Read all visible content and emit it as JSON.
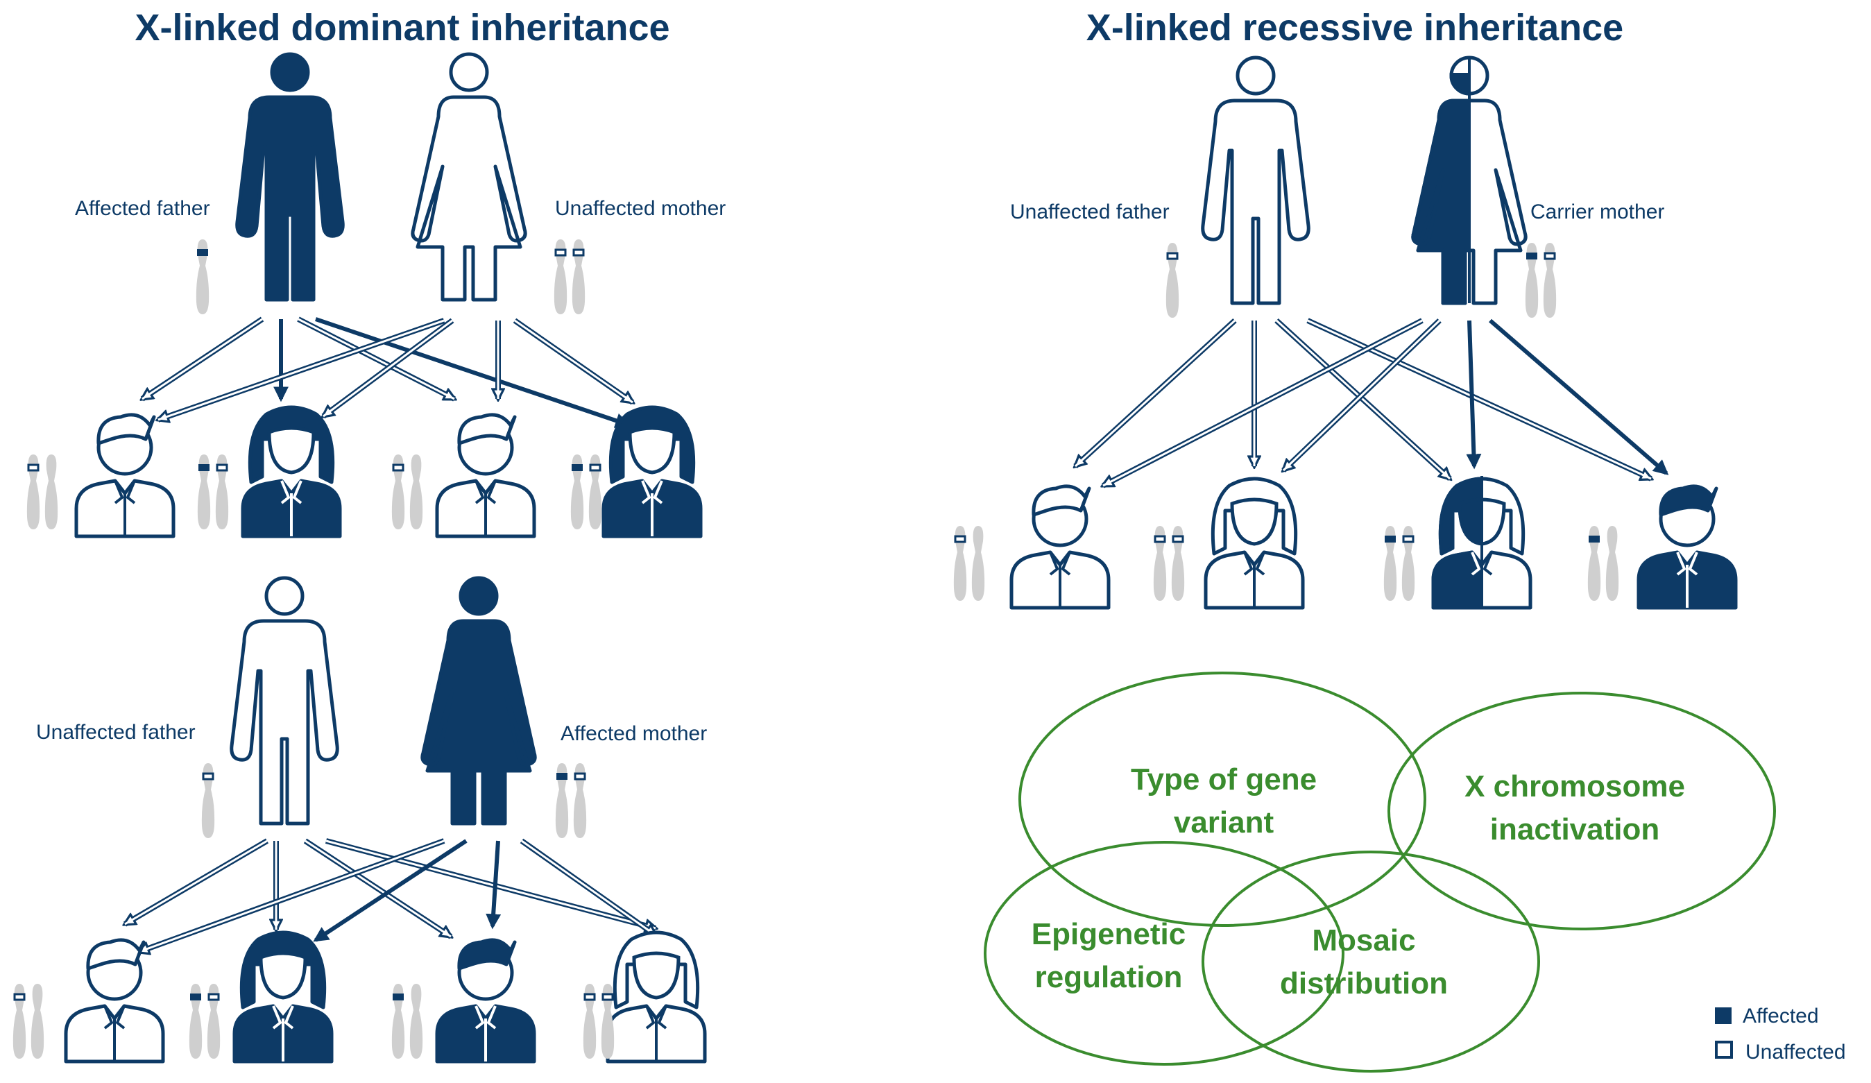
{
  "titles": {
    "dominant": "X-linked dominant inheritance",
    "recessive": "X-linked recessive inheritance"
  },
  "labels": {
    "d1_father": "Affected father",
    "d1_mother": "Unaffected mother",
    "d2_father": "Unaffected father",
    "d2_mother": "Affected mother",
    "r_father": "Unaffected father",
    "r_mother": "Carrier mother"
  },
  "venn": {
    "c1_line1": "Type of gene",
    "c1_line2": "variant",
    "c2_line1": "X chromosome",
    "c2_line2": "inactivation",
    "c3_line1": "Epigenetic",
    "c3_line2": "regulation",
    "c4_line1": "Mosaic",
    "c4_line2": "distribution"
  },
  "legend": {
    "affected": "Affected",
    "unaffected": "Unaffected"
  },
  "colors": {
    "navy": "#0d3a66",
    "green": "#3a8c2e",
    "chromosome_gray": "#cfcfcf"
  }
}
